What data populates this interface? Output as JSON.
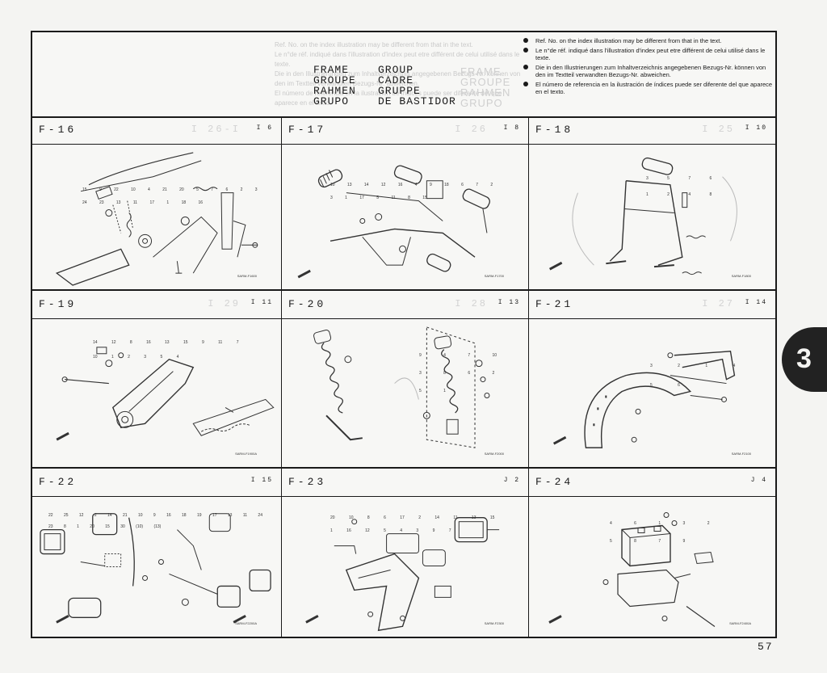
{
  "ghost_text": {
    "left_lines": [
      "Ref. No. on the index illustration may be different from that in the text.",
      "Le n°de réf. indiqué dans l'illustration d'index peut etre différent de celui utilisé dans le texte.",
      "Die in den Illustrierungen zum Inhaltverzeichnis angegebenen Bezugs-Nr. können von den im Textteil verwandten Bezugs-Nr. abweichen.",
      "El número de referencia en la ilustración de índices puede ser diferente del que aparece en el texto."
    ],
    "title_lines": [
      "FRAME",
      "GROUPE",
      "RAHMEN",
      "GRUPO"
    ]
  },
  "group_title": [
    [
      "FRAME",
      "GROUP"
    ],
    [
      "GROUPE",
      "CADRE"
    ],
    [
      "RAHMEN",
      "GRUPPE"
    ],
    [
      "GRUPO",
      "DE BASTIDOR"
    ]
  ],
  "notes": [
    "Ref. No. on the index illustration may be different from that in the text.",
    "Le n°de réf. indiqué dans l'illustration d'index peut etre différent de celui utilisé dans le texte.",
    "Die in den Illustrierungen zum Inhaltverzeichnis angegebenen Bezugs-Nr. können von den im Textteil verwandten Bezugs-Nr. abweichen.",
    "El número de referencia en la ilustración de índices puede ser diferente del que aparece en el texto."
  ],
  "sections": [
    {
      "code": "F-16",
      "page": "I 6",
      "ghost": "I 26-I",
      "caption": "SARM-F1600",
      "labels": [
        "15",
        "9",
        "22",
        "10",
        "4",
        "21",
        "20",
        "5",
        "7",
        "6",
        "2",
        "3",
        "24",
        "23",
        "13",
        "11",
        "17",
        "1",
        "18",
        "16"
      ]
    },
    {
      "code": "F-17",
      "page": "I 8",
      "ghost": "I 26",
      "caption": "SARM-F1700",
      "labels": [
        "10",
        "13",
        "14",
        "12",
        "16",
        "4",
        "9",
        "18",
        "6",
        "7",
        "2",
        "3",
        "1",
        "17",
        "5",
        "11",
        "8",
        "15"
      ]
    },
    {
      "code": "F-18",
      "page": "I 10",
      "ghost": "I 25",
      "caption": "SARM-F1800",
      "labels": [
        "3",
        "5",
        "7",
        "6",
        "1",
        "2",
        "4",
        "8"
      ]
    },
    {
      "code": "F-19",
      "page": "I 11",
      "ghost": "I 29",
      "caption": "SARM-F1900A",
      "labels": [
        "14",
        "12",
        "8",
        "16",
        "13",
        "15",
        "9",
        "11",
        "7",
        "10",
        "1",
        "2",
        "3",
        "5",
        "4"
      ]
    },
    {
      "code": "F-20",
      "page": "I 13",
      "ghost": "I 28",
      "caption": "SARM-F2000",
      "labels": [
        "9",
        "4",
        "7",
        "10",
        "3",
        "8",
        "6",
        "2",
        "5",
        "1"
      ]
    },
    {
      "code": "F-21",
      "page": "I 14",
      "ghost": "I 27",
      "caption": "SARM-F2100",
      "labels": [
        "3",
        "2",
        "1",
        "4",
        "5",
        "6"
      ]
    },
    {
      "code": "F-22",
      "page": "I 15",
      "ghost": "",
      "caption": "SARM-F2200A",
      "labels": [
        "22",
        "25",
        "12",
        "2",
        "14",
        "21",
        "10",
        "9",
        "16",
        "18",
        "19",
        "17",
        "13",
        "11",
        "24",
        "23",
        "8",
        "1",
        "20",
        "15",
        "30",
        "(10)",
        "(13)"
      ]
    },
    {
      "code": "F-23",
      "page": "J 2",
      "ghost": "",
      "caption": "SARM-F2300",
      "labels": [
        "20",
        "10",
        "8",
        "6",
        "17",
        "2",
        "14",
        "11",
        "13",
        "15",
        "1",
        "16",
        "12",
        "5",
        "4",
        "3",
        "9",
        "7"
      ]
    },
    {
      "code": "F-24",
      "page": "J 4",
      "ghost": "",
      "caption": "SARM-F2400A",
      "labels": [
        "4",
        "6",
        "1",
        "3",
        "2",
        "5",
        "8",
        "7",
        "9"
      ]
    }
  ],
  "page_number": "57",
  "chapter_tab": "3"
}
